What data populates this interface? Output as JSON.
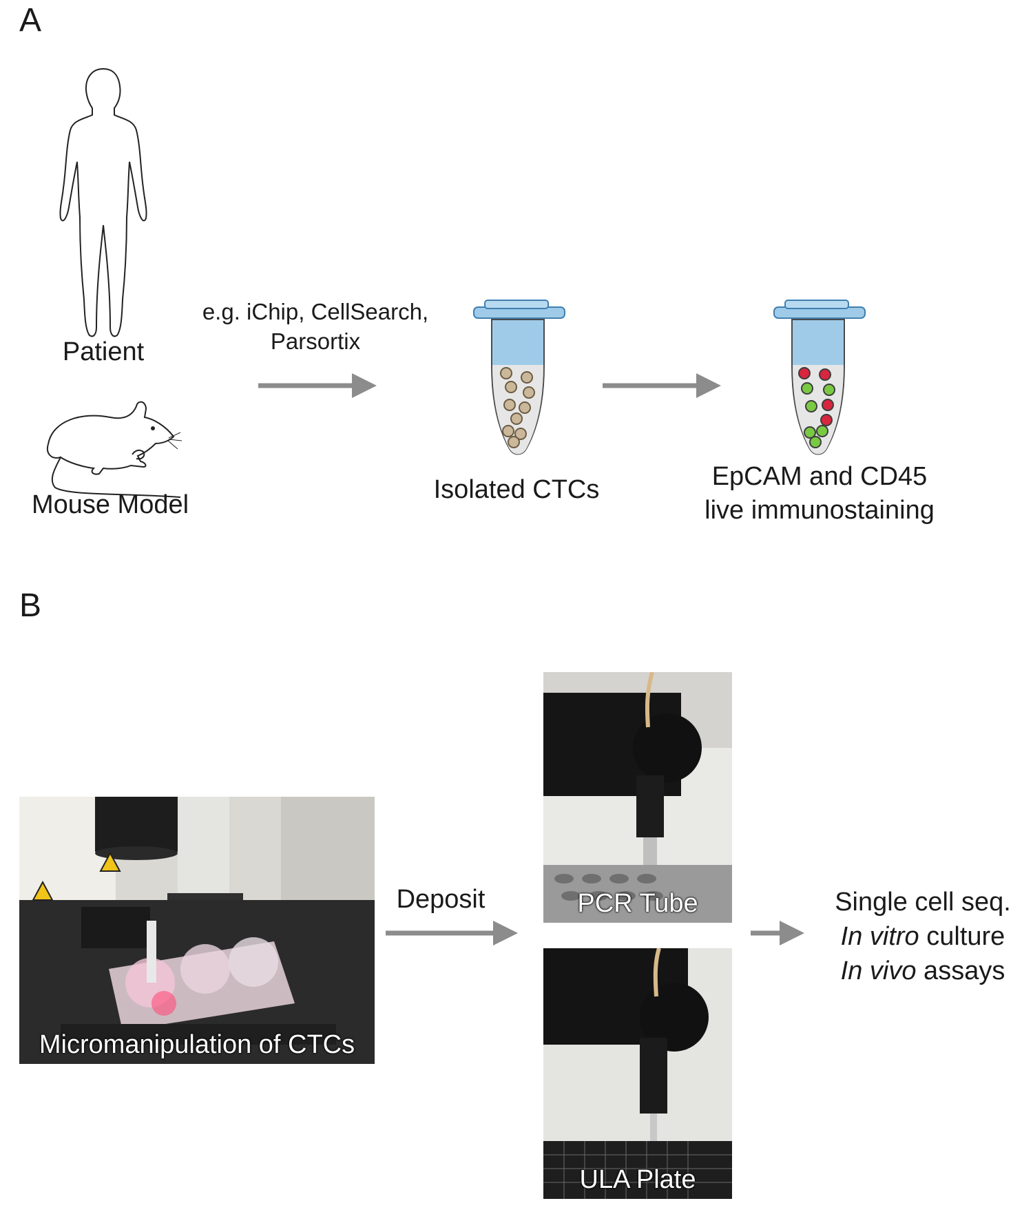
{
  "panel_a": {
    "label": "A",
    "patient_label": "Patient",
    "mouse_label": "Mouse Model",
    "method_line1": "e.g. iChip, CellSearch,",
    "method_line2": "Parsortix",
    "isolated_label": "Isolated CTCs",
    "staining_line1": "EpCAM and CD45",
    "staining_line2": "live immunostaining"
  },
  "panel_b": {
    "label": "B",
    "micro_caption": "Micromanipulation of CTCs",
    "deposit_label": "Deposit",
    "pcr_caption": "PCR Tube",
    "ula_caption": "ULA Plate",
    "result_1": "Single cell seq.",
    "result_2_italic": "In vitro",
    "result_2_rest": " culture",
    "result_3_italic": "In vivo",
    "result_3_rest": " assays"
  },
  "colors": {
    "arrow": "#8c8c8c",
    "tube_blue": "#9fcbe8",
    "tube_outline": "#3f7fb0",
    "cell_beige": "#cbb89a",
    "stain_green": "#7ac943",
    "stain_red": "#d7263d"
  }
}
